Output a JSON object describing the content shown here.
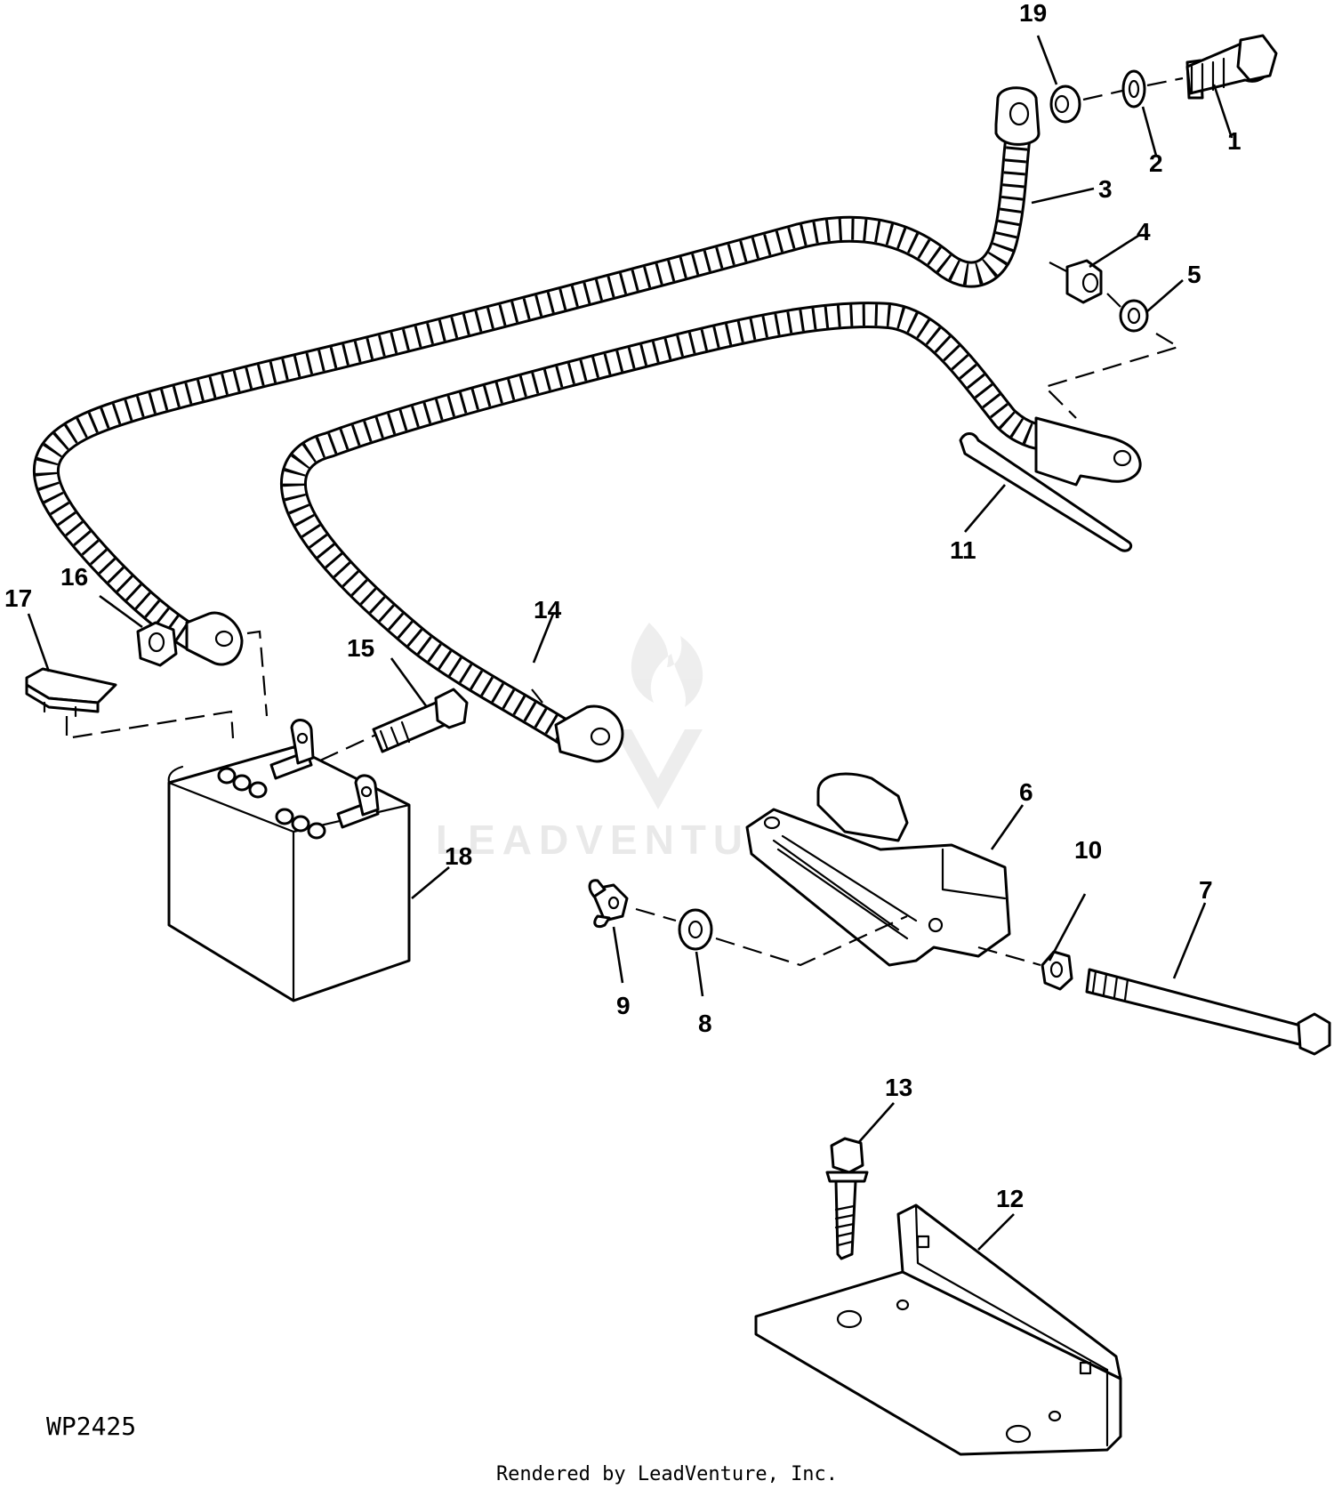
{
  "figure_id": "WP2425",
  "footer": "Rendered by LeadVenture, Inc.",
  "watermark": "LEADVENTURE",
  "callouts": {
    "c1": "1",
    "c2": "2",
    "c3": "3",
    "c4": "4",
    "c5": "5",
    "c6": "6",
    "c7": "7",
    "c8": "8",
    "c9": "9",
    "c10": "10",
    "c11": "11",
    "c12": "12",
    "c13": "13",
    "c14": "14",
    "c15": "15",
    "c16": "16",
    "c17": "17",
    "c18": "18",
    "c19": "19"
  }
}
